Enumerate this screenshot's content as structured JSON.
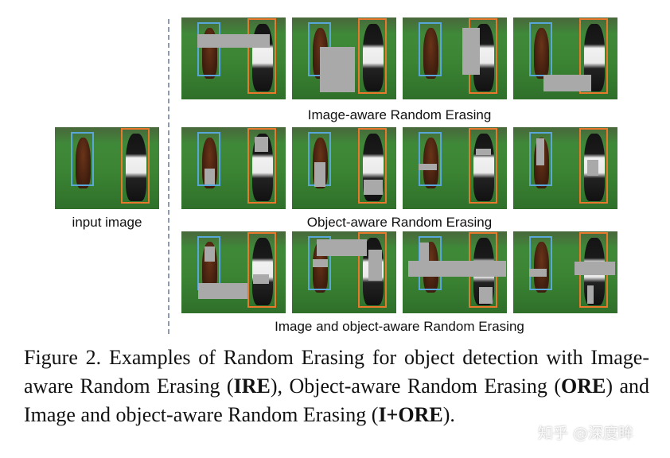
{
  "input_label": "input image",
  "rows": [
    {
      "label": "Image-aware Random Erasing",
      "tiles": [
        {
          "erases": [
            {
              "l": 0.15,
              "t": 0.2,
              "w": 0.7,
              "h": 0.17
            }
          ]
        },
        {
          "erases": [
            {
              "l": 0.27,
              "t": 0.36,
              "w": 0.33,
              "h": 0.55
            }
          ]
        },
        {
          "erases": [
            {
              "l": 0.57,
              "t": 0.13,
              "w": 0.17,
              "h": 0.57
            }
          ]
        },
        {
          "erases": [
            {
              "l": 0.29,
              "t": 0.7,
              "w": 0.46,
              "h": 0.2
            }
          ]
        }
      ]
    },
    {
      "label": "Object-aware Random Erasing",
      "tiles": [
        {
          "erases": [
            {
              "l": 0.22,
              "t": 0.5,
              "w": 0.1,
              "h": 0.2
            },
            {
              "l": 0.7,
              "t": 0.12,
              "w": 0.13,
              "h": 0.18
            }
          ]
        },
        {
          "erases": [
            {
              "l": 0.21,
              "t": 0.43,
              "w": 0.11,
              "h": 0.3
            },
            {
              "l": 0.69,
              "t": 0.64,
              "w": 0.18,
              "h": 0.19
            }
          ]
        },
        {
          "erases": [
            {
              "l": 0.15,
              "t": 0.45,
              "w": 0.18,
              "h": 0.07
            },
            {
              "l": 0.7,
              "t": 0.26,
              "w": 0.15,
              "h": 0.08
            }
          ]
        },
        {
          "erases": [
            {
              "l": 0.22,
              "t": 0.14,
              "w": 0.08,
              "h": 0.33
            },
            {
              "l": 0.71,
              "t": 0.4,
              "w": 0.11,
              "h": 0.19
            }
          ]
        }
      ]
    },
    {
      "label": "Image and object-aware Random Erasing",
      "tiles": [
        {
          "erases": [
            {
              "l": 0.22,
              "t": 0.18,
              "w": 0.1,
              "h": 0.19
            },
            {
              "l": 0.69,
              "t": 0.52,
              "w": 0.15,
              "h": 0.12
            },
            {
              "l": 0.16,
              "t": 0.63,
              "w": 0.47,
              "h": 0.2
            }
          ]
        },
        {
          "erases": [
            {
              "l": 0.24,
              "t": 0.1,
              "w": 0.48,
              "h": 0.2
            },
            {
              "l": 0.2,
              "t": 0.34,
              "w": 0.14,
              "h": 0.1
            },
            {
              "l": 0.73,
              "t": 0.22,
              "w": 0.13,
              "h": 0.38
            }
          ]
        },
        {
          "erases": [
            {
              "l": 0.16,
              "t": 0.14,
              "w": 0.09,
              "h": 0.23
            },
            {
              "l": 0.05,
              "t": 0.36,
              "w": 0.94,
              "h": 0.19
            },
            {
              "l": 0.73,
              "t": 0.68,
              "w": 0.13,
              "h": 0.2
            }
          ]
        },
        {
          "erases": [
            {
              "l": 0.15,
              "t": 0.46,
              "w": 0.17,
              "h": 0.09
            },
            {
              "l": 0.59,
              "t": 0.37,
              "w": 0.39,
              "h": 0.16
            },
            {
              "l": 0.71,
              "t": 0.66,
              "w": 0.06,
              "h": 0.22
            }
          ]
        }
      ]
    }
  ],
  "caption": {
    "prefix": "Figure 2. Examples of Random Erasing for object detection with Image-aware Random Erasing (",
    "b1": "IRE",
    "mid1": "), Object-aware Random Erasing (",
    "b2": "ORE",
    "mid2": ") and Image and object-aware Random Erasing (",
    "b3": "I+ORE",
    "suffix": ")."
  },
  "watermark": "知乎 @深度眸"
}
